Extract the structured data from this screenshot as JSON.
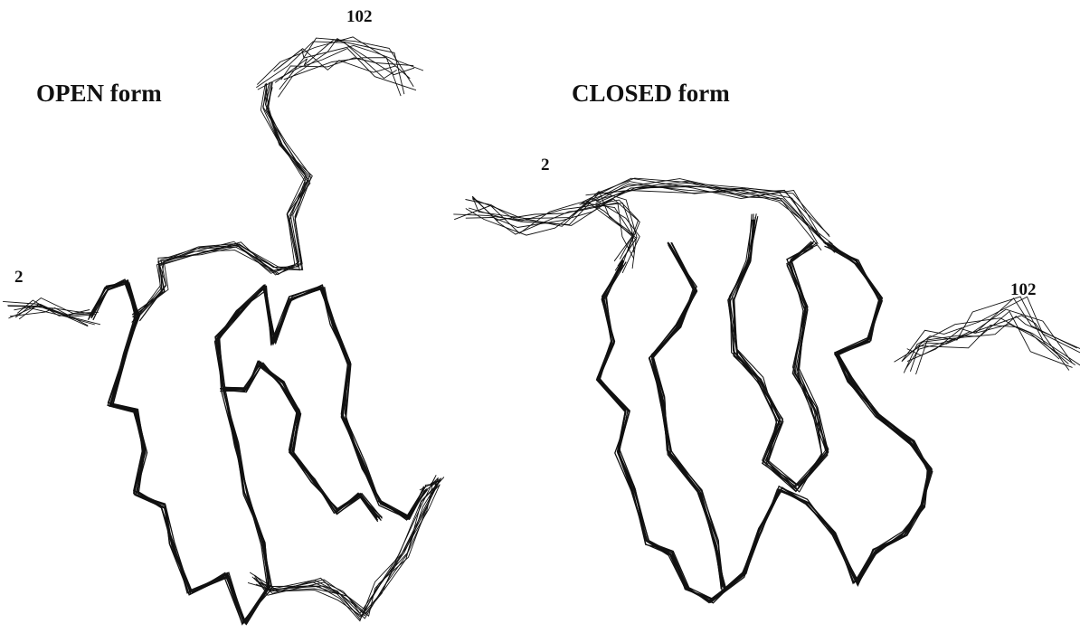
{
  "panels": [
    {
      "title": "OPEN form",
      "n_term_label": "2",
      "c_term_label": "102"
    },
    {
      "title": "CLOSED form",
      "n_term_label": "2",
      "c_term_label": "102"
    }
  ],
  "colors": {
    "background": "#ffffff",
    "ink": "#111111"
  }
}
